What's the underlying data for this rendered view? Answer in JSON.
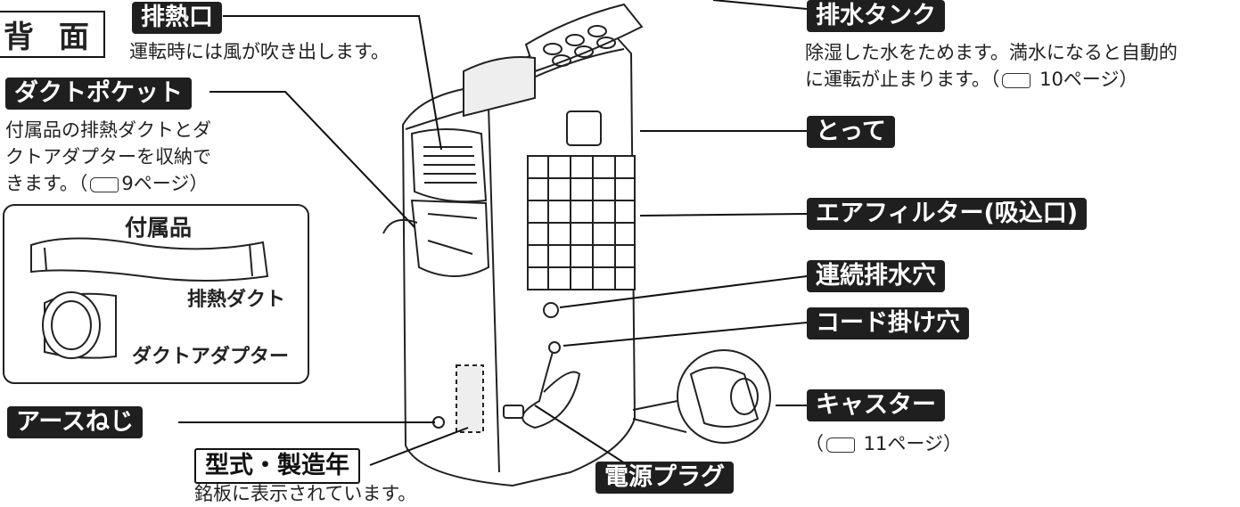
{
  "section_title": "背 面",
  "callouts": {
    "exhaust_outlet": {
      "label": "排熱口",
      "desc": "運転時には風が吹き出します。"
    },
    "duct_pocket": {
      "label": "ダクトポケット",
      "desc": [
        "付属品の排熱ダクトとダ",
        "クトアダプターを収納で",
        "きます。（",
        "9ページ）"
      ]
    },
    "accessories": {
      "title": "付属品",
      "items": [
        "排熱ダクト",
        "ダクトアダプター"
      ]
    },
    "earth_screw": {
      "label": "アースねじ"
    },
    "model_year": {
      "label": "型式・製造年",
      "desc": "銘板に表示されています。"
    },
    "power_plug": {
      "label": "電源プラグ"
    },
    "drain_tank": {
      "label": "排水タンク",
      "desc": [
        "除湿した水をためます。満水になると自動的",
        "に運転が止まります。（",
        " 10ページ）"
      ]
    },
    "handle": {
      "label": "とって"
    },
    "air_filter": {
      "label": "エアフィルター(吸込口)"
    },
    "continuous_drain": {
      "label": "連続排水穴"
    },
    "cord_hook": {
      "label": "コード掛け穴"
    },
    "caster": {
      "label": "キャスター",
      "desc": [
        "（",
        " 11ページ）"
      ]
    }
  },
  "icons": [
    "reference-hand-icon"
  ]
}
